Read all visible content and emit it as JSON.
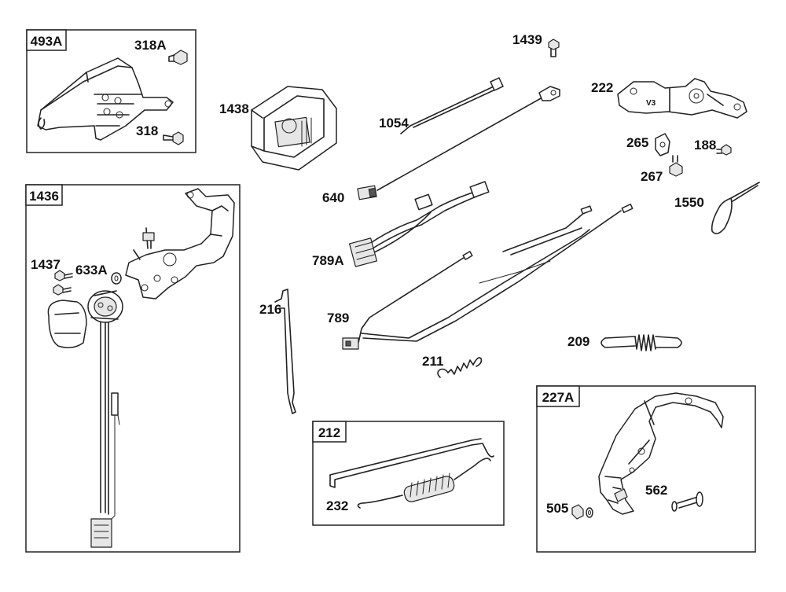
{
  "labels": {
    "l493A": "493A",
    "l318A": "318A",
    "l318": "318",
    "l1438": "1438",
    "l1439": "1439",
    "l1054": "1054",
    "l222": "222",
    "l265": "265",
    "l188": "188",
    "l267": "267",
    "l1550": "1550",
    "l640": "640",
    "l789A": "789A",
    "l789": "789",
    "l1436": "1436",
    "l1437": "1437",
    "l633A": "633A",
    "l216": "216",
    "l211": "211",
    "l209": "209",
    "l212": "212",
    "l232": "232",
    "l227A": "227A",
    "l562": "562",
    "l505": "505",
    "v3": "V3"
  }
}
